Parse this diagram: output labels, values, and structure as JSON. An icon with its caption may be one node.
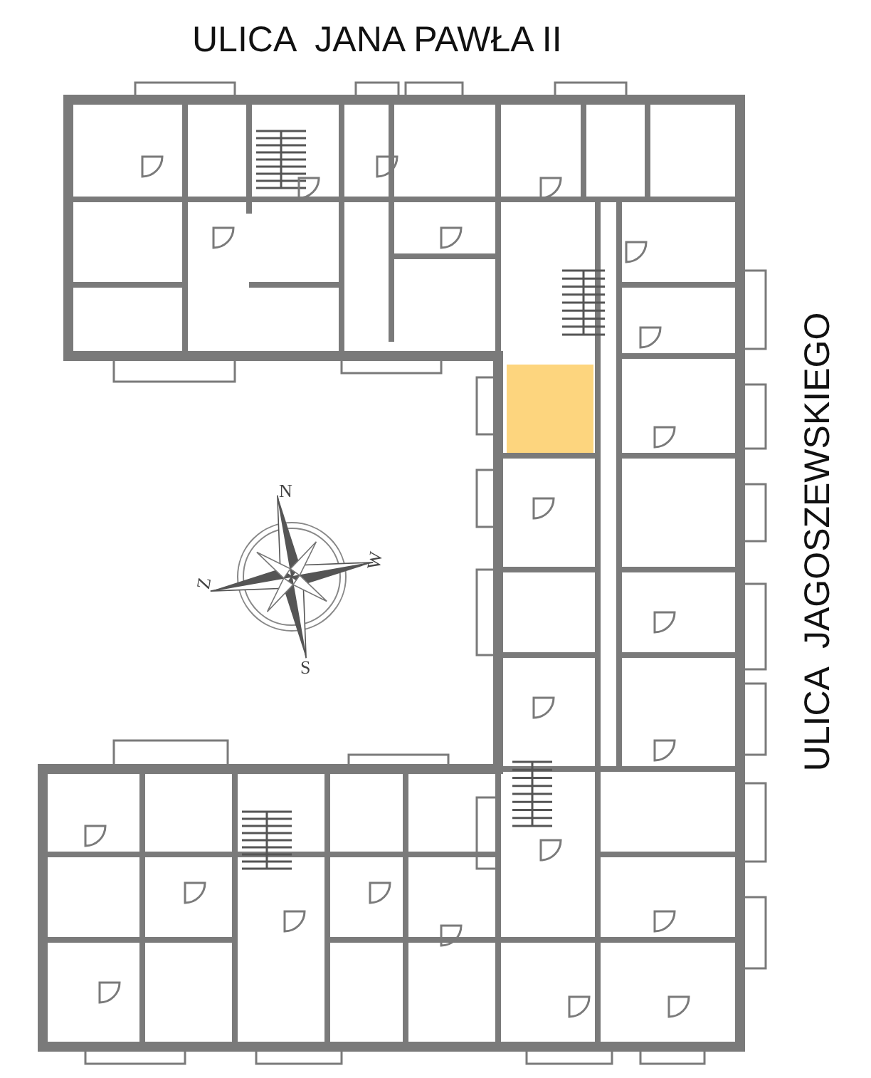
{
  "diagram": {
    "labels": [
      "ULICA  JANA PAWŁA II",
      "ULICA  JAGOSZEWSKIEGO",
      "N",
      "W",
      "Z",
      "S"
    ]
  }
}
